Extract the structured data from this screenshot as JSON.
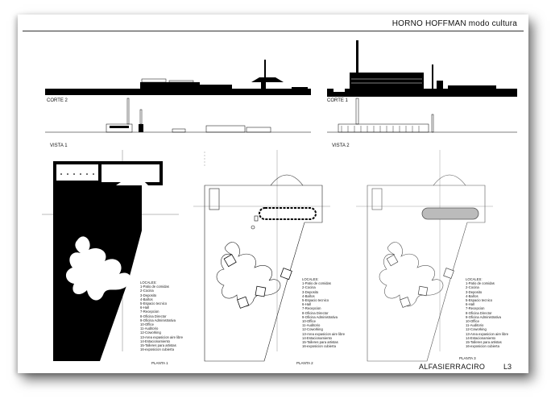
{
  "sheet": {
    "title": "HORNO HOFFMAN modo cultura",
    "brand": "ALFASIERRACIRO",
    "code": "L3"
  },
  "elevations": {
    "corte2": "CORTE 2",
    "corte1": "CORTE 1",
    "vista1": "VISTA 1",
    "vista2": "VISTA 2"
  },
  "plans": [
    {
      "label": "PLANTA 1",
      "style": "filled"
    },
    {
      "label": "PLANTA 2",
      "style": "line"
    },
    {
      "label": "PLANTA 3",
      "style": "gray"
    }
  ],
  "legend": {
    "title": "LOCALES:",
    "items": [
      "1-Patio de comidas",
      "2-Cocina",
      "3-Deposito",
      "4-Baños",
      "5-Espacio tecnico",
      "6-Hall",
      "7-Recepcion",
      "8-Oficina Director",
      "9-Oficina Administrativa",
      "10-Office",
      "11-Auditorio",
      "12-Coworking",
      "13-Area expasicion aire libre",
      "14-Estacionamiento",
      "15-Talleres para artistas",
      "16-exposicion cubierta"
    ]
  }
}
